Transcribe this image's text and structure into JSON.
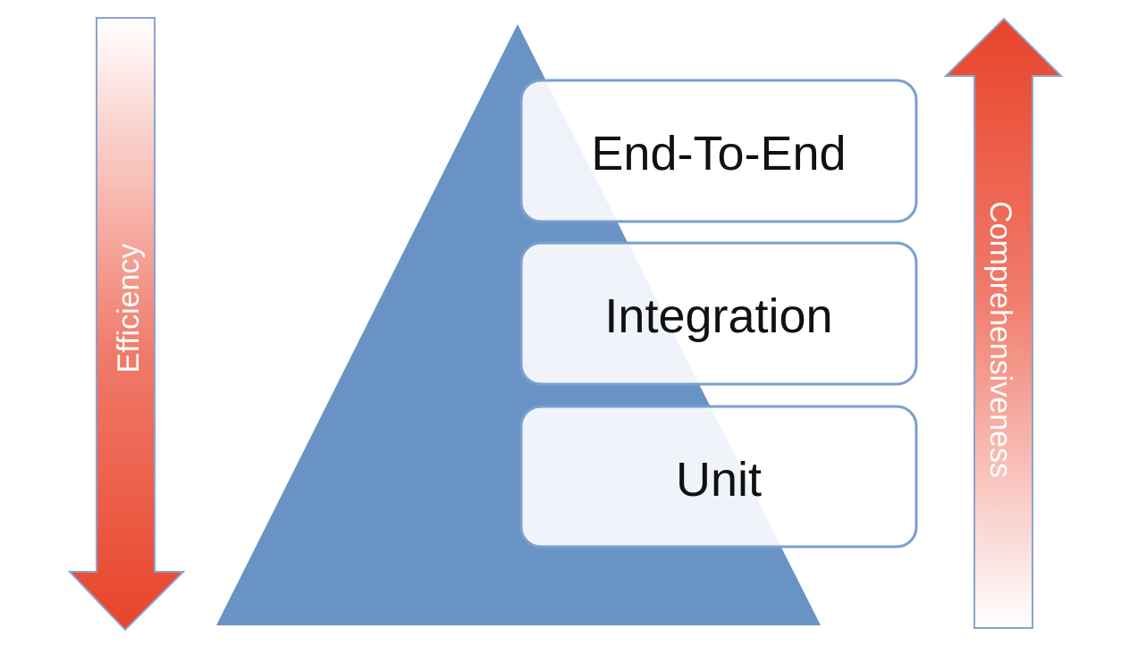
{
  "diagram": {
    "levels": [
      {
        "label": "End-To-End"
      },
      {
        "label": "Integration"
      },
      {
        "label": "Unit"
      }
    ],
    "left_arrow": {
      "label": "Efficiency",
      "direction": "down"
    },
    "right_arrow": {
      "label": "Comprehensiveness",
      "direction": "up"
    },
    "colors": {
      "pyramid": "#6a93c5",
      "box_border": "#7a9fd0",
      "arrow_red": "#e8442a",
      "arrow_outline": "#8aa3cf"
    }
  }
}
